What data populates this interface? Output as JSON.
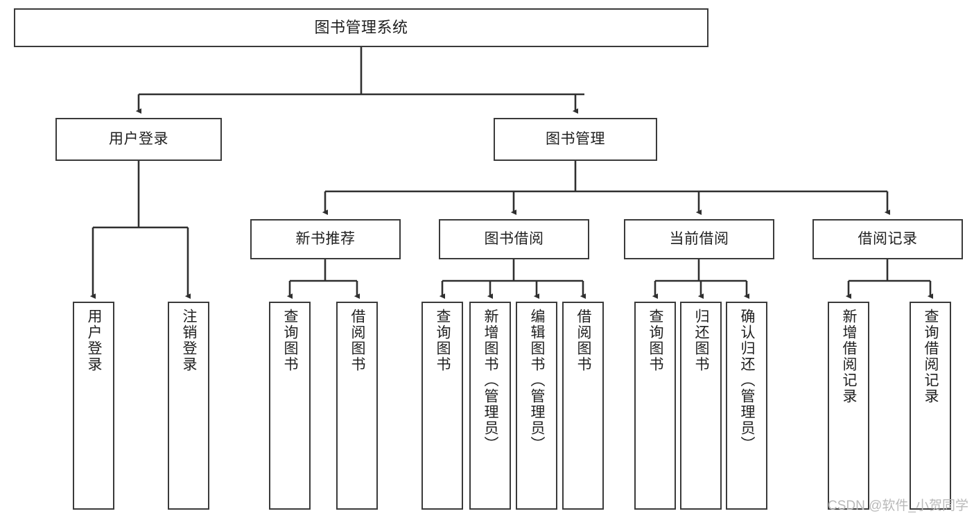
{
  "diagram": {
    "title": "图书管理系统",
    "type": "tree-hierarchy-diagram",
    "colors": {
      "box_border": "#3a3a3a",
      "box_fill": "#ffffff",
      "edge": "#2f2f2f",
      "text": "#1f1f1f",
      "watermark": "#b9b9b9",
      "background": "#ffffff"
    },
    "watermark": "CSDN @软件_小贺同学"
  },
  "nodes": {
    "root": {
      "label": "图书管理系统"
    },
    "level2": [
      {
        "label": "用户登录"
      },
      {
        "label": "图书管理"
      }
    ],
    "level3": [
      {
        "label": "新书推荐"
      },
      {
        "label": "图书借阅"
      },
      {
        "label": "当前借阅"
      },
      {
        "label": "借阅记录"
      }
    ],
    "leaves": {
      "user_login": [
        {
          "label": "用户登录"
        },
        {
          "label": "注销登录"
        }
      ],
      "new_book_recommend": [
        {
          "label": "查询图书"
        },
        {
          "label": "借阅图书"
        }
      ],
      "book_borrow": [
        {
          "label": "查询图书"
        },
        {
          "label": "新增图书（管理员）"
        },
        {
          "label": "编辑图书（管理员）"
        },
        {
          "label": "借阅图书"
        }
      ],
      "current_borrow": [
        {
          "label": "查询图书"
        },
        {
          "label": "归还图书"
        },
        {
          "label": "确认归还（管理员）"
        }
      ],
      "borrow_record": [
        {
          "label": "新增借阅记录"
        },
        {
          "label": "查询借阅记录"
        }
      ]
    }
  }
}
